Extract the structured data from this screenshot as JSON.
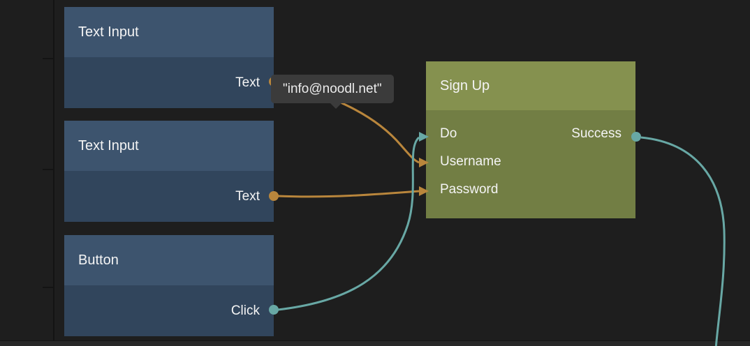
{
  "colors": {
    "background": "#1e1e1e",
    "node_blue_header": "#3d546e",
    "node_blue_body": "#31455c",
    "node_green_header": "#85914f",
    "node_green_body": "#727e44",
    "wire_orange": "#b9863c",
    "wire_teal": "#68a8a5",
    "tooltip_bg": "#3b3b3b",
    "text": "#f4f4f4"
  },
  "nodes": {
    "text_input_1": {
      "title": "Text Input",
      "output_port": "Text"
    },
    "text_input_2": {
      "title": "Text Input",
      "output_port": "Text"
    },
    "button": {
      "title": "Button",
      "output_port": "Click"
    },
    "sign_up": {
      "title": "Sign Up",
      "input_ports": {
        "do": "Do",
        "username": "Username",
        "password": "Password"
      },
      "output_port": "Success"
    }
  },
  "tooltip": {
    "text": "\"info@noodl.net\""
  },
  "connections": [
    {
      "from": "Text Input 1 / Text",
      "to": "Sign Up / Username",
      "color": "orange"
    },
    {
      "from": "Text Input 2 / Text",
      "to": "Sign Up / Password",
      "color": "orange"
    },
    {
      "from": "Button / Click",
      "to": "Sign Up / Do",
      "color": "teal"
    },
    {
      "from": "Sign Up / Success",
      "to": "offscreen-bottom",
      "color": "teal"
    }
  ]
}
